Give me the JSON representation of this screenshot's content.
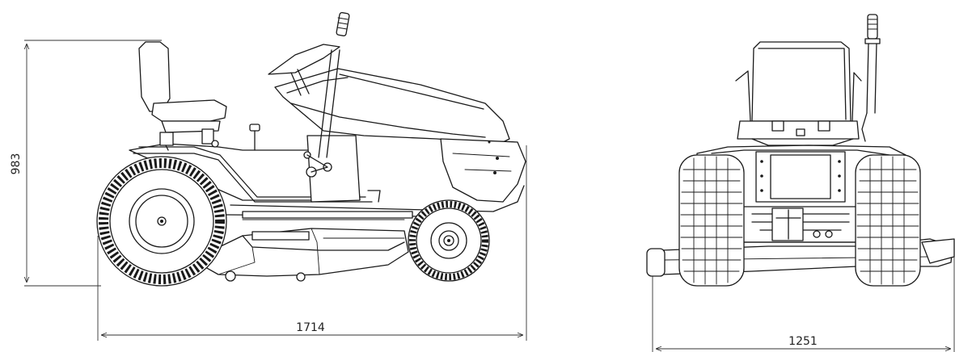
{
  "dimensions": {
    "height_label": "983",
    "side_length_label": "1714",
    "front_width_label": "1251"
  },
  "line_color": "#1a1a1a"
}
